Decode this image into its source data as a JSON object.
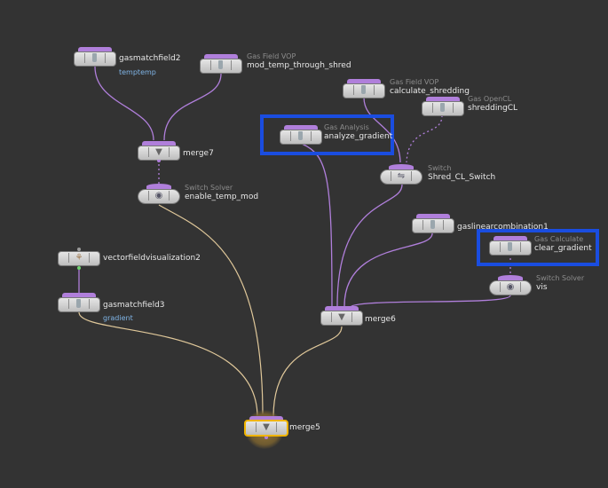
{
  "nodes": {
    "gasmatchfield2": {
      "name": "gasmatchfield2",
      "subtitle": "temptemp",
      "icon": "field-node-icon"
    },
    "mod_temp_through_shred": {
      "type": "Gas Field VOP",
      "name": "mod_temp_through_shred",
      "icon": "vop-node-icon"
    },
    "calculate_shredding": {
      "type": "Gas Field VOP",
      "name": "calculate_shredding",
      "icon": "vop-node-icon"
    },
    "shreddingCL": {
      "type": "Gas OpenCL",
      "name": "shreddingCL",
      "icon": "opencl-node-icon"
    },
    "analyze_gradient": {
      "type": "Gas Analysis",
      "name": "analyze_gradient",
      "icon": "analysis-node-icon"
    },
    "merge7": {
      "name": "merge7",
      "icon": "merge-node-icon"
    },
    "enable_temp_mod": {
      "type": "Switch Solver",
      "name": "enable_temp_mod",
      "icon": "switch-solver-icon"
    },
    "Shred_CL_Switch": {
      "type": "Switch",
      "name": "Shred_CL_Switch",
      "icon": "switch-icon"
    },
    "gaslinearcombination1": {
      "name": "gaslinearcombination1",
      "icon": "field-node-icon"
    },
    "clear_gradient": {
      "type": "Gas Calculate",
      "name": "clear_gradient",
      "icon": "calculate-node-icon"
    },
    "vis": {
      "type": "Switch Solver",
      "name": "vis",
      "icon": "switch-solver-icon"
    },
    "vectorfieldvisualization2": {
      "name": "vectorfieldvisualization2",
      "icon": "visualization-node-icon"
    },
    "gasmatchfield3": {
      "name": "gasmatchfield3",
      "subtitle": "gradient",
      "icon": "field-node-icon"
    },
    "merge6": {
      "name": "merge6",
      "icon": "merge-node-icon"
    },
    "merge5": {
      "name": "merge5",
      "icon": "merge-node-icon"
    }
  },
  "colors": {
    "background": "#333333",
    "node_cap": "#b07fdb",
    "wire": "#e0c89a",
    "wire_purple": "#b07fdb",
    "highlight": "#1a4de0",
    "selected_outline": "#f0b400",
    "subtitle_text": "#7fb4e6"
  }
}
